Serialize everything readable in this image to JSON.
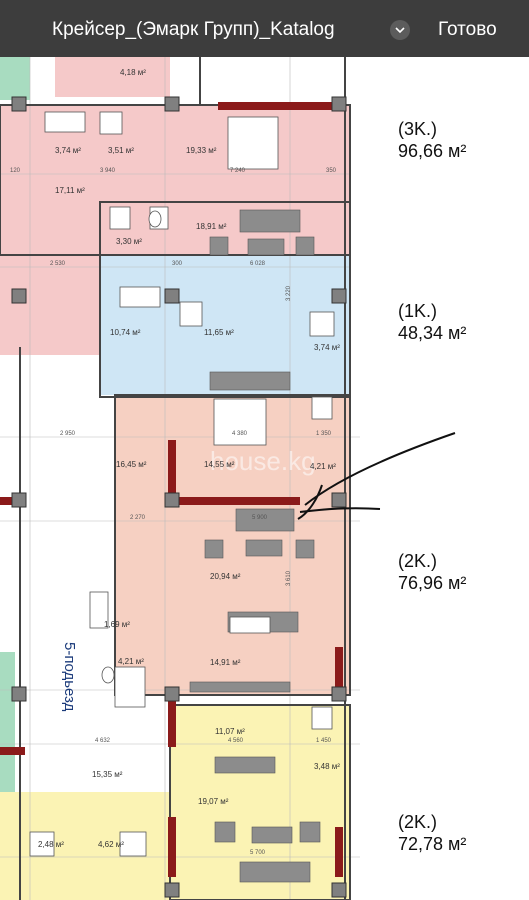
{
  "header": {
    "title": "Крейсер_(Эмарк Групп)_Katalog",
    "done_label": "Готово"
  },
  "apartments": [
    {
      "type": "(3K.)",
      "area": "96,66 м²"
    },
    {
      "type": "(1K.)",
      "area": "48,34 м²"
    },
    {
      "type": "(2K.)",
      "area": "76,96 м²"
    },
    {
      "type": "(2K.)",
      "area": "72,78 м²"
    }
  ],
  "entrance_label": "5-подьезд",
  "watermark": "house.kg",
  "rooms": {
    "r1": "4,18 м²",
    "r2": "3,74 м²",
    "r3": "3,51 м²",
    "r4": "19,33 м²",
    "r5": "17,11 м²",
    "r6": "3,30 м²",
    "r7": "18,91 м²",
    "r8": "10,74 м²",
    "r9": "11,65 м²",
    "r10": "3,74 м²",
    "r11": "16,45 м²",
    "r12": "14,55 м²",
    "r13": "4,21 м²",
    "r14": "20,94 м²",
    "r15": "1,69 м²",
    "r16": "4,21 м²",
    "r17": "14,91 м²",
    "r18": "11,07 м²",
    "r19": "3,48 м²",
    "r20": "15,35 м²",
    "r21": "19,07 м²",
    "r22": "2,48 м²",
    "r23": "4,62 м²"
  },
  "dims": {
    "d1": "3 940",
    "d2": "7 240",
    "d3": "2 530",
    "d4": "6 028",
    "d5": "4 380",
    "d6": "2 950",
    "d7": "5 900",
    "d8": "2 270",
    "d9": "4 632",
    "d10": "4 560",
    "d11": "1 450",
    "d12": "5 700",
    "d13": "1 350",
    "d14": "3 220",
    "d15": "3 610",
    "d16": "350",
    "d17": "120",
    "d18": "300"
  },
  "colors": {
    "topbar": "#3d3d3d",
    "pink": "#f5c9c9",
    "blue": "#cfe6f5",
    "salmon": "#f6d0c2",
    "yellow": "#fbf3b4",
    "green": "#a8dcc0",
    "wall": "#8b1a1a"
  }
}
